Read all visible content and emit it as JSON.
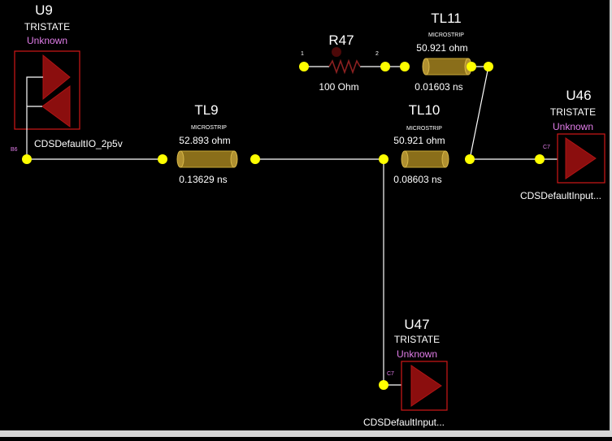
{
  "components": {
    "u9": {
      "ref": "U9",
      "type": "TRISTATE",
      "status": "Unknown",
      "pin": "B6",
      "model": "CDSDefaultIO_2p5v"
    },
    "u46": {
      "ref": "U46",
      "type": "TRISTATE",
      "status": "Unknown",
      "pin": "C7",
      "model": "CDSDefaultInput..."
    },
    "u47": {
      "ref": "U47",
      "type": "TRISTATE",
      "status": "Unknown",
      "pin": "C7",
      "model": "CDSDefaultInput..."
    },
    "r47": {
      "ref": "R47",
      "value": "100 Ohm",
      "pin1": "1",
      "pin2": "2"
    },
    "tl9": {
      "ref": "TL9",
      "kind": "MICROSTRIP",
      "impedance": "52.893 ohm",
      "delay": "0.13629 ns"
    },
    "tl10": {
      "ref": "TL10",
      "kind": "MICROSTRIP",
      "impedance": "50.921 ohm",
      "delay": "0.08603 ns"
    },
    "tl11": {
      "ref": "TL11",
      "kind": "MICROSTRIP",
      "impedance": "50.921 ohm",
      "delay": "0.01603 ns"
    }
  },
  "colors": {
    "background": "#000000",
    "wire": "#ffffff",
    "node": "#ffff00",
    "buffer": "#8b0e0e",
    "outline": "#d01818",
    "status_text": "#e07ce8",
    "line_body": "#8a6e1a"
  },
  "icons": {
    "buffer": "tristate-buffer-icon",
    "resistor": "resistor-zigzag-icon",
    "transmission_line": "microstrip-cylinder-icon"
  }
}
